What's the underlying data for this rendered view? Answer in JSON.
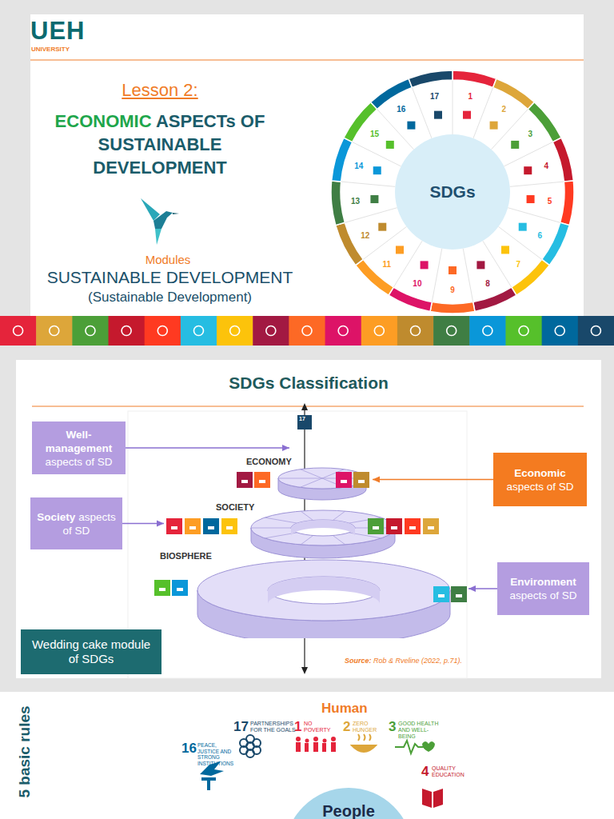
{
  "diagram": {
    "nodes": [
      {
        "text": [
          "SDGs"
        ]
      },
      {
        "text": [
          "Well-management",
          "aspects of SD"
        ]
      },
      {
        "text": [
          "17"
        ]
      },
      {
        "text": [
          "ECONOMY"
        ]
      },
      {
        "text": [
          "Economic",
          "aspects of SD"
        ]
      },
      {
        "text": [
          "Society",
          "aspects of SD"
        ]
      },
      {
        "text": [
          "SOCIETY"
        ]
      },
      {
        "text": [
          "BIOSPHERE"
        ]
      },
      {
        "text": [
          "Environment",
          "aspects of SD"
        ]
      },
      {
        "text": [
          "Wedding cake module of SDGs"
        ]
      },
      {
        "text": [
          "People"
        ]
      }
    ],
    "edges": [
      {
        "from": 1,
        "to": 2,
        "arrow": "to"
      },
      {
        "from": 4,
        "to": 3,
        "arrow": "to"
      },
      {
        "from": 5,
        "to": 6,
        "arrow": "to"
      },
      {
        "from": 8,
        "to": 7,
        "arrow": "to"
      }
    ],
    "labels": [
      "UEH",
      "UNIVERSITY",
      "Lesson 2:",
      "ECONOMIC",
      "ASPECTs OF SUSTAINABLE DEVELOPMENT",
      "Modules",
      "SUSTAINABLE DEVELOPMENT",
      "(Sustainable Development)",
      "1",
      "2",
      "3",
      "4",
      "5",
      "6",
      "7",
      "8",
      "9",
      "10",
      "11",
      "12",
      "13",
      "14",
      "15",
      "16",
      "17",
      "SDGs Classification",
      "Source:",
      "Rob & Rveline (2022, p.71).",
      "5 basic rules",
      "Human",
      "17",
      "PARTNERSHIPS FOR THE GOALS",
      "1",
      "NO POVERTY",
      "2",
      "ZERO HUNGER",
      "3",
      "GOOD HEALTH AND WELL-BEING",
      "16",
      "PEACE, JUSTICE AND STRONG INSTITUTIONS",
      "4",
      "QUALITY EDUCATION"
    ]
  }
}
